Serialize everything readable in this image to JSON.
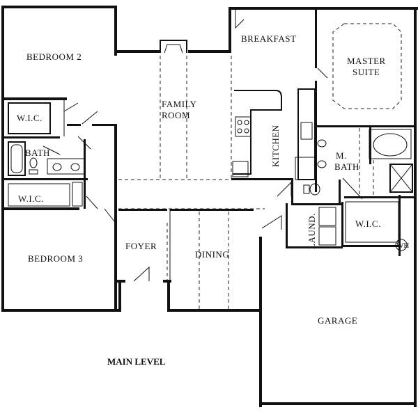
{
  "title": "MAIN LEVEL",
  "rooms": {
    "bedroom2": "BEDROOM 2",
    "wic_upper": "W.I.C.",
    "bath": "BATH",
    "wic_lower": "W.I.C.",
    "bedroom3": "BEDROOM 3",
    "family_room_1": "FAMILY",
    "family_room_2": "ROOM",
    "foyer": "FOYER",
    "dining": "DINING",
    "breakfast": "BREAKFAST",
    "kitchen": "KITCHEN",
    "master_suite_1": "MASTER",
    "master_suite_2": "SUITE",
    "m_bath_1": "M.",
    "m_bath_2": "BATH",
    "wic_master": "W.I.C.",
    "laundry": "LAUND.",
    "garage": "GARAGE",
    "water_heater": "WH"
  }
}
